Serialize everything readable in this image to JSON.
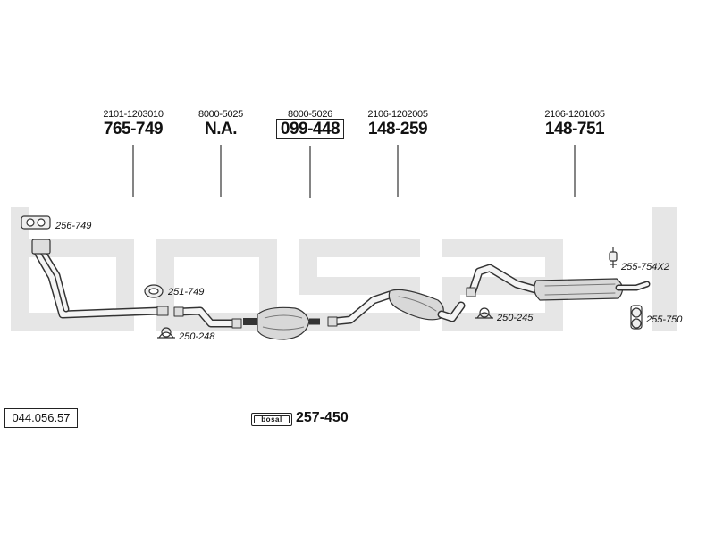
{
  "watermark": "bosal",
  "reference_number": "044.056.57",
  "columns": [
    {
      "oem": "2101-1203010",
      "part": "765-749",
      "boxed": false
    },
    {
      "oem": "8000-5025",
      "part": "N.A.",
      "boxed": false
    },
    {
      "oem": "8000-5026",
      "part": "099-448",
      "boxed": true
    },
    {
      "oem": "2106-1202005",
      "part": "148-259",
      "boxed": false
    },
    {
      "oem": "2106-1201005",
      "part": "148-751",
      "boxed": false
    }
  ],
  "accessories": [
    {
      "label": "256-749",
      "icon": "gasket-icon"
    },
    {
      "label": "251-749",
      "icon": "seal-ring-icon"
    },
    {
      "label": "250-248",
      "icon": "clamp-icon"
    },
    {
      "label": "250-245",
      "icon": "clamp-icon"
    },
    {
      "label": "255-754X2",
      "icon": "rubber-hanger-icon"
    },
    {
      "label": "255-750",
      "icon": "mounting-rubber-icon"
    }
  ],
  "kit": {
    "logo_text": "bosal",
    "number": "257-450"
  }
}
